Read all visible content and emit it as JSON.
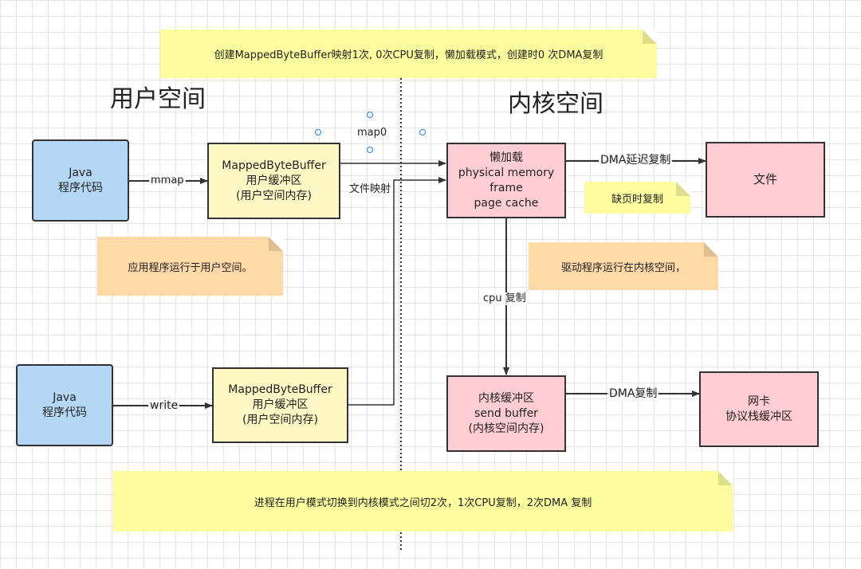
{
  "notes": {
    "top": "创建MappedByteBuffer映射1次, 0次CPU复制，懒加载模式，创建时0 次DMA复制",
    "user_app": "应用程序运行于用户空间。",
    "driver": "驱动程序运行在内核空间，",
    "page_fault": "缺页时复制",
    "bottom": "进程在用户模式切换到内核模式之间切2次，1次CPU复制，2次DMA 复制"
  },
  "headings": {
    "user_space": "用户空间",
    "kernel_space": "内核空间"
  },
  "boxes": {
    "java_top": [
      "Java",
      "程序代码"
    ],
    "buffer_top": [
      "MappedByteBuffer",
      "用户缓冲区",
      "(用户空间内存)"
    ],
    "lazy_load": [
      "懒加载",
      "physical memory",
      "frame",
      "page cache"
    ],
    "file": [
      "文件"
    ],
    "java_bottom": [
      "Java",
      "程序代码"
    ],
    "buffer_bottom": [
      "MappedByteBuffer",
      "用户缓冲区",
      "(用户空间内存)"
    ],
    "kernel_buffer": [
      "内核缓冲区",
      "send buffer",
      "(内核空间内存)"
    ],
    "nic": [
      "网卡",
      "协议栈缓冲区"
    ]
  },
  "edge_labels": {
    "mmap": "mmap",
    "map0": "map0",
    "file_map": "文件映射",
    "dma_delay": "DMA延迟复制",
    "cpu_copy": "cpu 复制",
    "write": "write",
    "dma_copy": "DMA复制"
  },
  "colors": {
    "java": "#b3d7f5",
    "user_buffer": "#fff7c4",
    "kernel": "#ffcdd2",
    "note_yellow": "#fdfda0",
    "note_orange": "#ffd8a8",
    "handle": "#1e88e5"
  }
}
